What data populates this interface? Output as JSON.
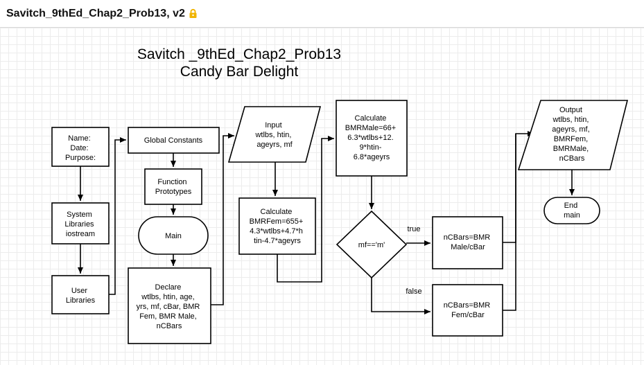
{
  "header": {
    "title": "Savitch_9thEd_Chap2_Prob13, v2",
    "lock_icon": "lock-icon",
    "lock_color": "#f0b400"
  },
  "diagram": {
    "title_line1": "Savitch _9thEd_Chap2_Prob13",
    "title_line2": "Candy Bar Delight",
    "nodes": {
      "name_date": [
        "Name:",
        "Date:",
        "Purpose:"
      ],
      "system_libraries": [
        "System",
        "Libraries",
        "iostream"
      ],
      "user_libraries": [
        "User",
        "Libraries"
      ],
      "global_constants": [
        "Global Constants"
      ],
      "function_prototypes": [
        "Function",
        "Prototypes"
      ],
      "main": [
        "Main"
      ],
      "declare": [
        "Declare",
        "wtlbs, htin, age,",
        "yrs, mf, cBar, BMR",
        "Fem, BMR Male,",
        "nCBars"
      ],
      "input": [
        "Input",
        "wtlbs, htin,",
        "ageyrs, mf"
      ],
      "calc_fem": [
        "Calculate",
        "BMRFem=655+",
        "4.3*wtlbs+4.7*h",
        "tin-4.7*ageyrs"
      ],
      "calc_male": [
        "Calculate",
        "BMRMale=66+",
        "6.3*wtlbs+12.",
        "9*htin-",
        "6.8*ageyrs"
      ],
      "decision": [
        "mf=='m'"
      ],
      "ncbars_male": [
        "nCBars=BMR",
        "Male/cBar"
      ],
      "ncbars_fem": [
        "nCBars=BMR",
        "Fem/cBar"
      ],
      "output": [
        "Output",
        "wtlbs, htin,",
        "ageyrs, mf,",
        "BMRFem,",
        "BMRMale,",
        "nCBars"
      ],
      "end_main": [
        "End",
        "main"
      ]
    },
    "labels": {
      "true_label": "true",
      "false_label": "false"
    }
  }
}
